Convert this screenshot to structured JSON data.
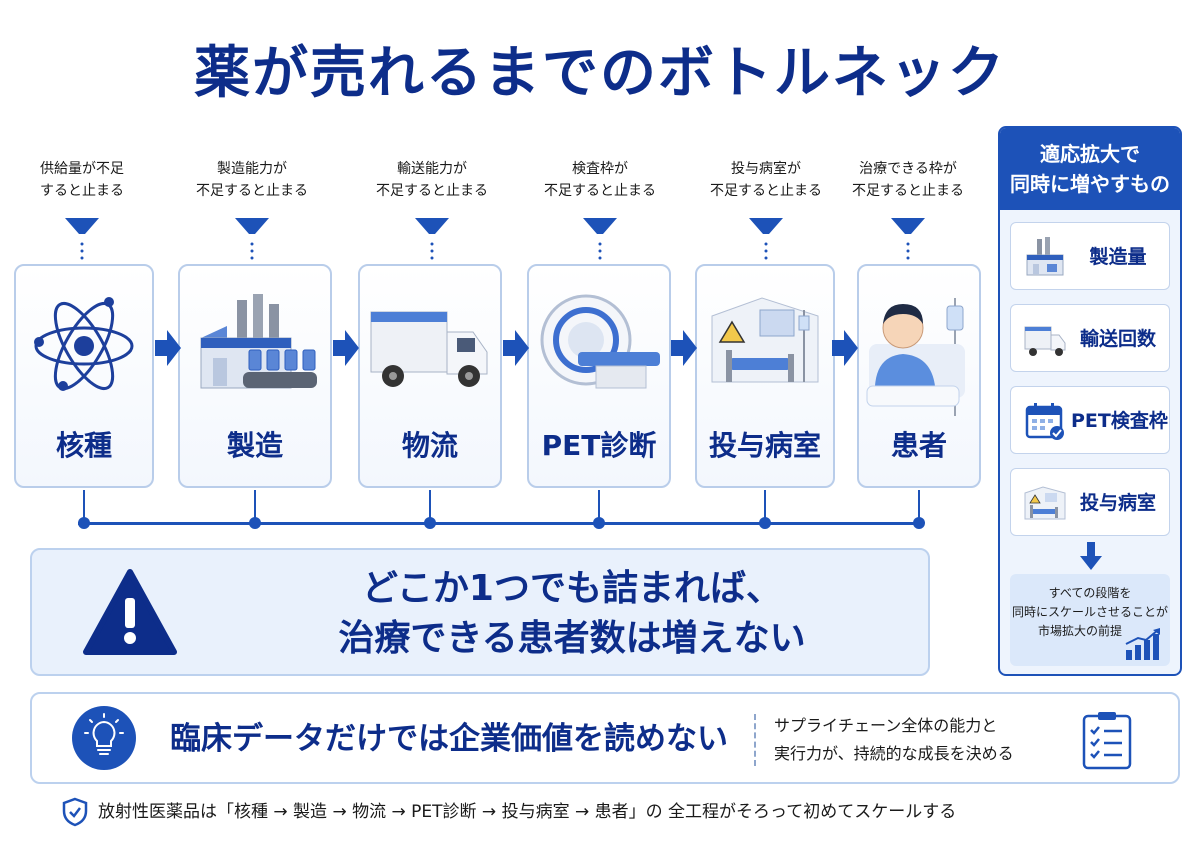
{
  "title": "薬が売れるまでのボトルネック",
  "stages": [
    {
      "note": "供給量が不足\nすると止まる",
      "label": "核種",
      "icon": "atom-icon"
    },
    {
      "note": "製造能力が\n不足すると止まる",
      "label": "製造",
      "icon": "factory-icon"
    },
    {
      "note": "輸送能力が\n不足すると止まる",
      "label": "物流",
      "icon": "truck-icon"
    },
    {
      "note": "検査枠が\n不足すると止まる",
      "label": "PET診断",
      "icon": "pet-scanner-icon"
    },
    {
      "note": "投与病室が\n不足すると止まる",
      "label": "投与病室",
      "icon": "hospital-room-icon"
    },
    {
      "note": "治療できる枠が\n不足すると止まる",
      "label": "患者",
      "icon": "patient-icon"
    }
  ],
  "warning": {
    "line1": "どこか1つでも詰まれば、",
    "line2": "治療できる患者数は増えない",
    "icon": "warning-icon"
  },
  "side_panel": {
    "heading_line1": "適応拡大で",
    "heading_line2": "同時に増やすもの",
    "items": [
      {
        "label": "製造量",
        "icon": "factory-icon"
      },
      {
        "label": "輸送回数",
        "icon": "truck-icon"
      },
      {
        "label": "PET検査枠",
        "icon": "calendar-check-icon"
      },
      {
        "label": "投与病室",
        "icon": "hospital-room-icon"
      }
    ],
    "note_line1": "すべての段階を",
    "note_line2": "同時にスケールさせることが",
    "note_line3": "市場拡大の前提"
  },
  "bottom": {
    "main": "臨床データだけでは企業価値を読めない",
    "sub_line1": "サプライチェーン全体の能力と",
    "sub_line2": "実行力が、持続的な成長を決める",
    "icon": "lightbulb-icon"
  },
  "footer": "放射性医薬品は「核種 → 製造 → 物流 → PET診断 → 投与病室 → 患者」の 全工程がそろって初めてスケールする",
  "colors": {
    "primary": "#1d52b8",
    "dark": "#0d2d8a",
    "light": "#e9f1fc"
  }
}
